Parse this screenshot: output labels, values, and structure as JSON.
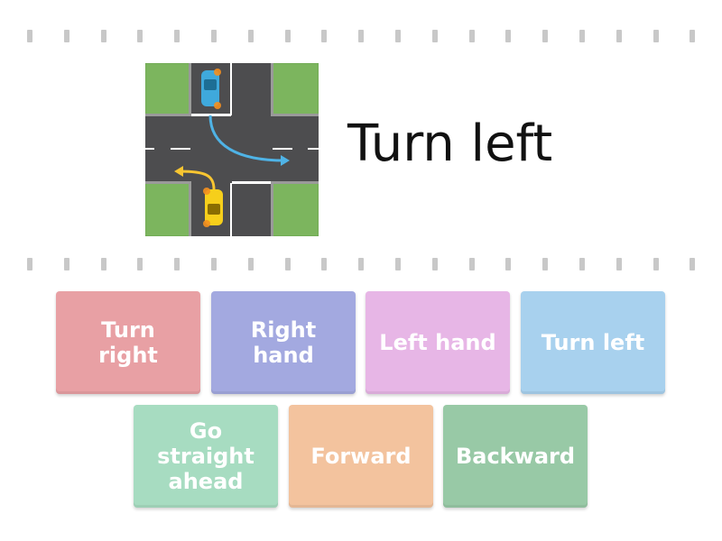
{
  "prompt": {
    "text": "Turn left",
    "image_icon": "intersection-left-turn-image"
  },
  "answers": [
    {
      "label": "Turn\nright",
      "color": "#e8a0a4"
    },
    {
      "label": "Right\nhand",
      "color": "#a3a9e0"
    },
    {
      "label": "Left hand",
      "color": "#e7b6e6"
    },
    {
      "label": "Turn left",
      "color": "#a8d1ee"
    },
    {
      "label": "Go\nstraight\nahead",
      "color": "#a7dcc1"
    },
    {
      "label": "Forward",
      "color": "#f3c39e"
    },
    {
      "label": "Backward",
      "color": "#98c9a6"
    }
  ]
}
